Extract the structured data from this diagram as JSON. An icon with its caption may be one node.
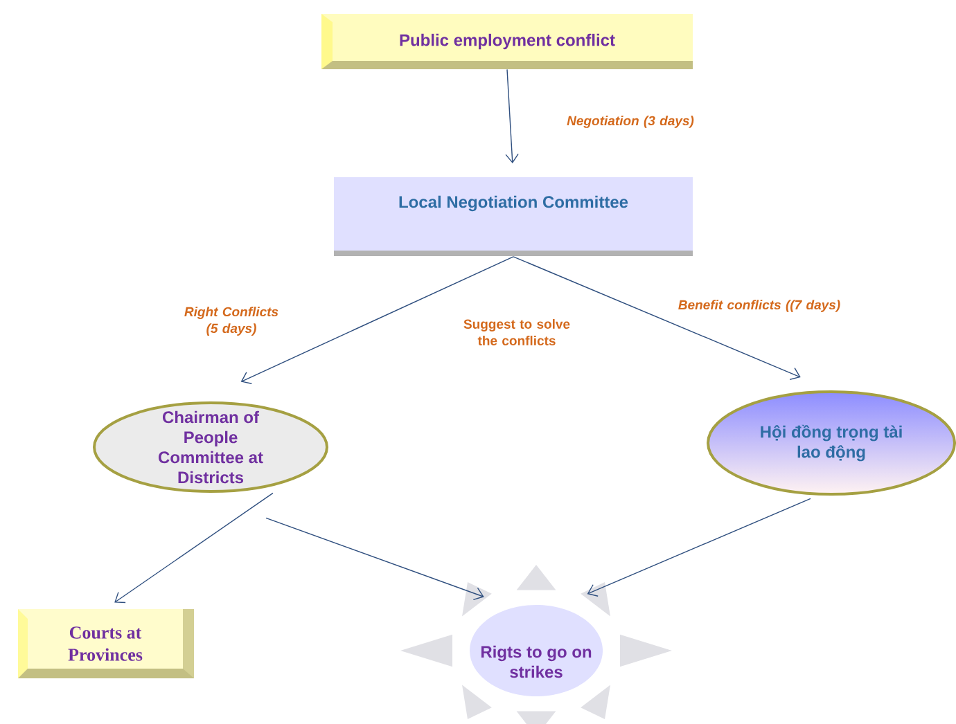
{
  "diagram": {
    "nodes": [
      {
        "text": [
          "Public employment conflict"
        ]
      },
      {
        "text": [
          "Local Negotiation Committee"
        ]
      },
      {
        "text": [
          "Chairman of People Committee at Districts"
        ]
      },
      {
        "text": [
          "Hội đồng trọng tài  lao động"
        ]
      },
      {
        "text": [
          "Courts at Provinces"
        ]
      },
      {
        "text": [
          "Rigts to go on strikes"
        ]
      }
    ],
    "edges": [
      {
        "from": 0,
        "to": 1,
        "arrow": "to",
        "label": "Negotiation (3 days)"
      },
      {
        "from": 1,
        "to": 2,
        "arrow": "to",
        "label": "Right Conflicts (5 days)"
      },
      {
        "from": 1,
        "to": 3,
        "arrow": "to",
        "label": "Benefit conflicts ((7 days)"
      },
      {
        "from": 2,
        "to": 4,
        "arrow": "to"
      },
      {
        "from": 2,
        "to": 5,
        "arrow": "to"
      },
      {
        "from": 3,
        "to": 5,
        "arrow": "to"
      }
    ],
    "labels": [
      "Suggest to solve the conflicts"
    ]
  }
}
